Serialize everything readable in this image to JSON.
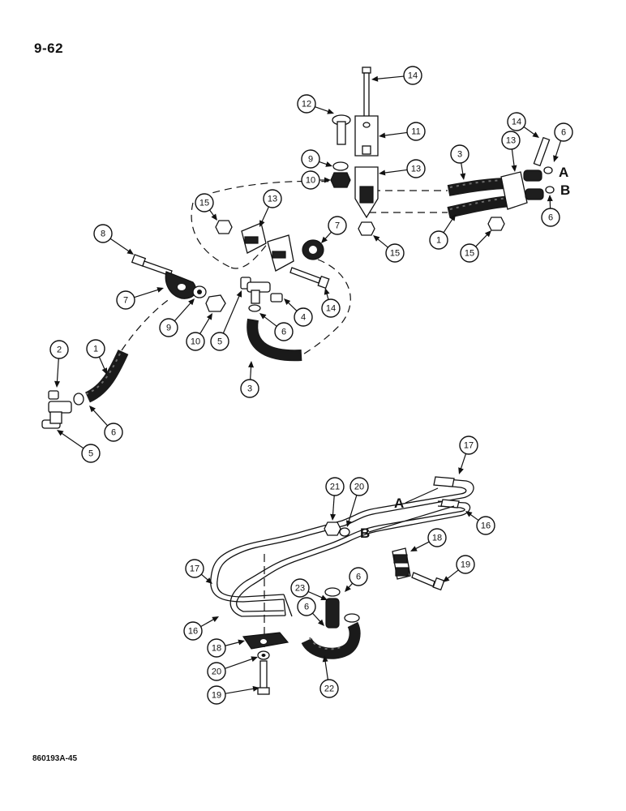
{
  "page_number": "9-62",
  "figure_code": "860193A-45",
  "port_labels": [
    "A",
    "B",
    "A",
    "B"
  ],
  "callouts": [
    "14",
    "12",
    "11",
    "9",
    "10",
    "13",
    "14",
    "6",
    "3",
    "13",
    "15",
    "13",
    "7",
    "8",
    "7",
    "9",
    "10",
    "5",
    "4",
    "14",
    "6",
    "3",
    "15",
    "1",
    "15",
    "6",
    "2",
    "1",
    "6",
    "5",
    "17",
    "21",
    "20",
    "16",
    "18",
    "19",
    "17",
    "23",
    "6",
    "6",
    "16",
    "18",
    "20",
    "22",
    "19"
  ]
}
